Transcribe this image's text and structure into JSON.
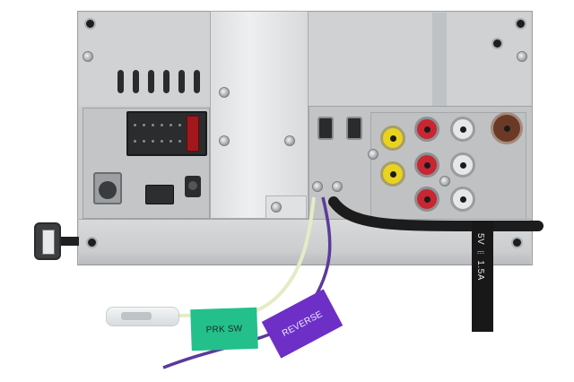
{
  "image": {
    "subject": "Rear panel of a double-DIN car stereo head unit with connectors and wiring",
    "background_color": "#ffffff"
  },
  "labels": {
    "parking_tag": "PRK SW",
    "reverse_tag": "REVERSE",
    "usb_strap": "5V ⎓ 1.5A"
  },
  "colors": {
    "chassis": "#c9cbcd",
    "heatsink": "#e4e6e7",
    "parking_tag": "#23c08c",
    "reverse_tag": "#6e2fc7",
    "parking_wire": "#e4ecc6",
    "reverse_wire": "#5b3a9a",
    "rca_video": "#e8d31f",
    "rca_red": "#c72632",
    "rca_white": "#e5e7e9",
    "antenna": "#6b3a26",
    "fuse": "#a3171c",
    "cable": "#1c1c1c"
  },
  "components": {
    "vents_count": 6,
    "rca_rows": 3,
    "video_jacks": 2
  }
}
